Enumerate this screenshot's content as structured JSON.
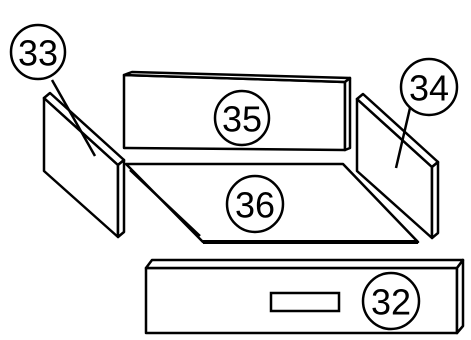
{
  "diagram": {
    "parts": [
      {
        "id": "side-panel-left",
        "callout": "33"
      },
      {
        "id": "side-panel-right",
        "callout": "34"
      },
      {
        "id": "back-panel",
        "callout": "35"
      },
      {
        "id": "floor-panel",
        "callout": "36"
      },
      {
        "id": "front-panel",
        "callout": "32"
      }
    ]
  },
  "colors": {
    "line": "#000000",
    "background": "#ffffff"
  }
}
